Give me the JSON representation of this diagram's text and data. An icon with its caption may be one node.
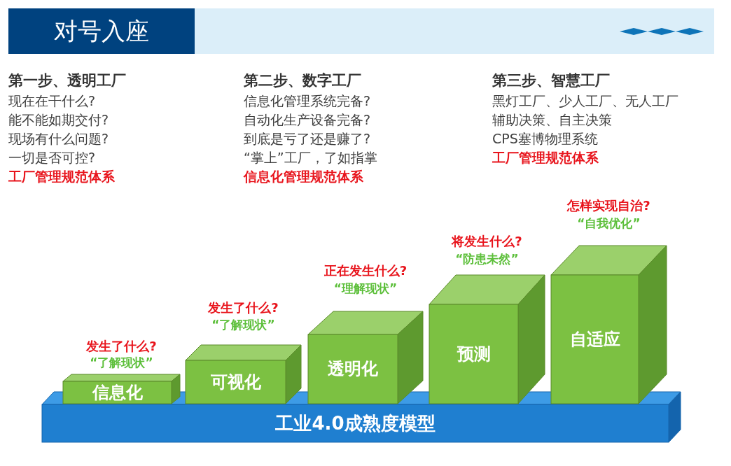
{
  "diagram": {
    "title": "对号入座",
    "nodes": [
      {
        "text": [
          "工业4.0成熟度模型"
        ]
      },
      {
        "text": [
          "信息化"
        ],
        "beside": [
          "发生了什么?",
          "“了解现状”"
        ]
      },
      {
        "text": [
          "可视化"
        ],
        "beside": [
          "发生了什么?",
          "“了解现状”"
        ]
      },
      {
        "text": [
          "透明化"
        ],
        "beside": [
          "正在发生什么?",
          "“理解现状”"
        ]
      },
      {
        "text": [
          "预测"
        ],
        "beside": [
          "将发生什么?",
          "“防患未然”"
        ]
      },
      {
        "text": [
          "自适应"
        ],
        "beside": [
          "怎样实现自治?",
          "“自我优化”"
        ]
      }
    ],
    "labels": [
      "第一步、透明工厂",
      "现在在干什么?",
      "能不能如期交付?",
      "现场有什么问题?",
      "一切是否可控?",
      "工厂管理规范体系",
      "第二步、数字工厂",
      "信息化管理系统完备?",
      "自动化生产设备完备?",
      "到底是亏了还是赚了?",
      "“掌上”工厂，了如指掌",
      "信息化管理规范体系",
      "第三步、智慧工厂",
      "黑灯工厂、少人工厂、无人工厂",
      "辅助决策、自主决策",
      "CPS塞博物理系统",
      "工厂管理规范体系"
    ]
  }
}
